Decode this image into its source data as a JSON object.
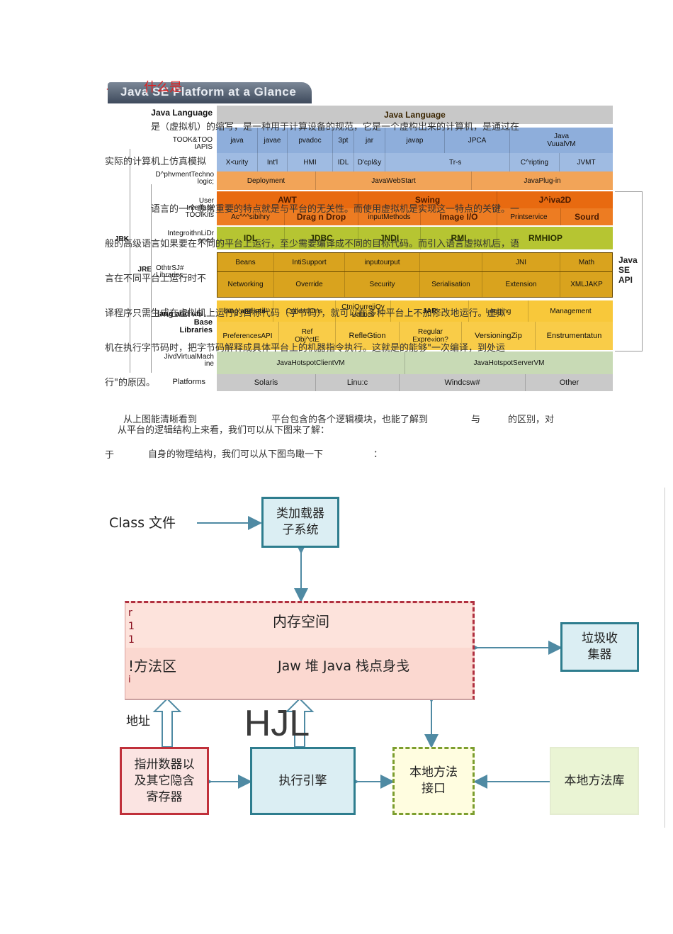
{
  "heading": {
    "prefix": "一",
    "title": "什么是"
  },
  "java_se_banner": "Java SE Platform at a Glance",
  "side_labels": {
    "java_language": "Java Language",
    "tools": "TOOK&TOO\nIAPIS",
    "deployment_tech": "D^phvmentTechno\nlogic;",
    "ui_toolkits": "User\nInterface\nTOOlKits",
    "integration": "IntegroithnLiDr\nane4",
    "jdk": "JRK",
    "jre": "JRE",
    "other_libs": "OthtrSJ#\nLibraries",
    "lang_util": "lang and util",
    "base_libs": "Base\nLibraries",
    "jvm": "JivdVirtualMach\nine",
    "platforms": "Platforms",
    "java_se_api": "Java\nSE\nAPI"
  },
  "rows": {
    "language": "Java Language",
    "tools_row1": [
      "java",
      "javae",
      "pvadoc",
      "3pt",
      "jar",
      "javap",
      "JPCA",
      "Java\nVuualVM"
    ],
    "tools_row2": [
      "X<urity",
      "Int'l",
      "HMI",
      "IDL",
      "D'cpl&y",
      "Tr-s",
      "C^ripting",
      "JVMT"
    ],
    "deploy": [
      "Deployment",
      "JavaWebStart",
      "JavaPlug-in"
    ],
    "ui1": [
      "AWT",
      "Swing",
      "J^iva2D"
    ],
    "ui2": [
      "Ac^^^sibihry",
      "Drag n Drop",
      "inputMethods",
      "Image I/O",
      "Printservice",
      "Sourd"
    ],
    "integ": [
      "IDL",
      "JDBC",
      "JNDI",
      "RMI",
      "RMHIOP"
    ],
    "other1": [
      "Beans",
      "IntiSupport",
      "inputourput",
      "",
      "JNI",
      "Math"
    ],
    "other2": [
      "Networking",
      "Override",
      "Security",
      "Serialisation",
      "Extension",
      "XMLJAKP"
    ],
    "base1": [
      "lang and util",
      "Colle«tiOns",
      "CtniQurrejiQy\nUtilitics",
      "JAR",
      "Logging",
      "Management"
    ],
    "base2": [
      "PreferencesAPI",
      "Ref\nObj^ctE",
      "RefleGtion",
      "Regular\nExpre«ion?",
      "VersioningZip",
      "Enstrumentatun"
    ],
    "jvm": [
      "JavaHotspotClientVM",
      "JavaHotspotServerVM"
    ],
    "platforms": [
      "Solaris",
      "Linu:c",
      "Windcsw#",
      "Other"
    ]
  },
  "overlay_lines": [
    "是（虚拟机）的缩写，是一种用于计算设备的规范，它是一个虚构出来的计算机，是通过在",
    "实际的计算机上仿真模拟",
    "语言的一个非常重要的特点就是与平台的无关性。而使用虚拟机是实现这一特点的关键。一",
    "般的高级语言如果要在不同的平台上运行，至少需要编译成不同的目标代码。而引入语言虚拟机后，语",
    "言在不同平台上运行时不",
    "译程序只需生成在虚拟机上运行的目标代码（字节码），就可以在多种平台上不加修改地运行。虚拟",
    "机在执行字节码时，把字节码解释成具体平台上的机器指令执行。这就是的能够\"一次编译，到处运",
    "行\"的原因。"
  ],
  "paragraph": {
    "line1_a": "从上图能清晰看到",
    "line1_b": "平台包含的各个逻辑模块，也能了解到",
    "line1_c": "与",
    "line1_d": "的区别，对",
    "line1_e": "从平台的逻辑结构上来看，我们可以从下图来了解：",
    "line2_a": "于",
    "line2_b": "自身的物理结构，我们可以从下图鸟瞰一下",
    "line2_c": "："
  },
  "diagram": {
    "class_file": "Class 文件",
    "class_loader": "类加载器\n子系统",
    "memory_space": "内存空间",
    "method_area": "!方法区",
    "heap_stack": "Jaw 堆 Java 栈点身戋",
    "marks_top": "r\n1\n1",
    "marks_bottom": "i",
    "gc": "垃圾收\n集器",
    "address": "地址",
    "hjl": "HJL",
    "pc_registers": "指卅数器以\n及其它隐含\n寄存器",
    "exec_engine": "执行引擎",
    "native_interface": "本地方法\n接口",
    "native_lib": "本地方法库"
  },
  "colors": {
    "banner_grad": "#4a5a70",
    "gray_row": "#c8c8c8",
    "tools_blue": "#7a9ccb",
    "deploy_orange": "#f0a050",
    "ui_orange": "#e86a10",
    "integ_green": "#b5c431",
    "other_gold": "#d8a21c",
    "base_yellow": "#f8c83a",
    "jvm_green": "#c8dab5",
    "platform_gray": "#c9c9c9",
    "box_teal": "#2e7d8e",
    "box_fill": "#dbeef3",
    "memory_fill": "#fbd8d0",
    "red_box": "#c0303a",
    "native_green": "#7c9e2e",
    "lib_fill": "#eaf4d4"
  }
}
